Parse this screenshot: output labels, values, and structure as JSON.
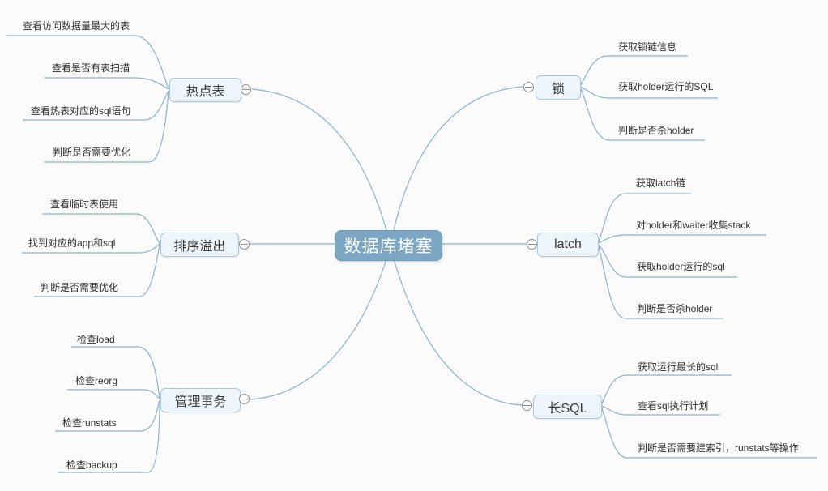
{
  "root": {
    "label": "数据库堵塞"
  },
  "branches": [
    {
      "key": "hot-tables",
      "label": "热点表",
      "side": "left",
      "leaves": [
        "查看访问数据量最大的表",
        "查看是否有表扫描",
        "查看热表对应的sql语句",
        "判断是否需要优化"
      ]
    },
    {
      "key": "sort-overflow",
      "label": "排序溢出",
      "side": "left",
      "leaves": [
        "查看临时表使用",
        "找到对应的app和sql",
        "判断是否需要优化"
      ]
    },
    {
      "key": "admin-tasks",
      "label": "管理事务",
      "side": "left",
      "leaves": [
        "检查load",
        "检查reorg",
        "检查runstats",
        "检查backup"
      ]
    },
    {
      "key": "lock",
      "label": "锁",
      "side": "right",
      "leaves": [
        "获取锁链信息",
        "获取holder运行的SQL",
        "判断是否杀holder"
      ]
    },
    {
      "key": "latch",
      "label": "latch",
      "side": "right",
      "leaves": [
        "获取latch链",
        "对holder和waiter收集stack",
        "获取holder运行的sql",
        "判断是否杀holder"
      ]
    },
    {
      "key": "long-sql",
      "label": "长SQL",
      "side": "right",
      "leaves": [
        "获取运行最长的sql",
        "查看sql执行计划",
        "判断是否需要建索引，runstats等操作"
      ]
    }
  ],
  "colors": {
    "background": "#fbfbfb",
    "root_fill": "#7ca6c3",
    "root_text": "#ffffff",
    "branch_fill": "#edf4fa",
    "branch_border": "#a8c7dc",
    "connector_line": "#8ab2cf",
    "toggle_border": "#8e8e8e",
    "leaf_text": "#2e2e2e"
  }
}
